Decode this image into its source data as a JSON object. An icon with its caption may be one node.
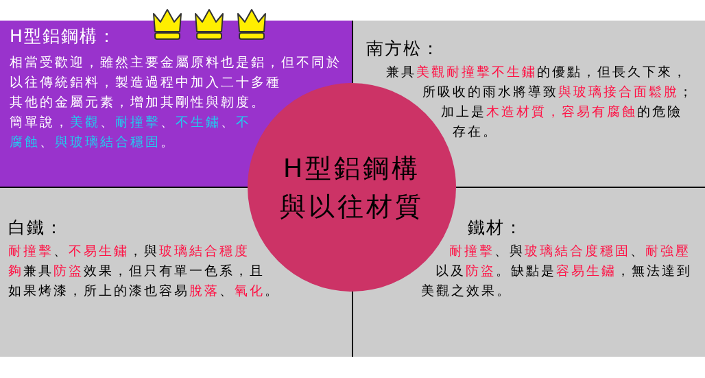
{
  "diagram": {
    "nodes": [
      {
        "text": [
          "H型鋁鋼構：",
          "相當受歡迎，雖然主要金屬原料也是鋁，但不同於以往傳統鋁料，製造過程中加入二十多種其他的金屬元素，增加其剛性與韌度。簡單說，**美觀**、**耐撞擊**、**不生鏽**、**不腐蝕**、**與玻璃結合穩固**。"
        ]
      },
      {
        "text": [
          "南方松：",
          "兼具**美觀耐撞擊不生鏽**的優點，但長久下來，所吸收的雨水將導致**與玻璃接合面鬆脫**；加上是**木造材質，容易有腐蝕**的危險存在。"
        ]
      },
      {
        "text": [
          "H型鋁鋼構與以往材質"
        ]
      },
      {
        "text": [
          "白鐵：",
          "**耐撞擊**、**不易生鏽**，與**玻璃結合穩度夠**兼具**防盜**效果，但只有單一色系，且如果烤漆，所上的漆也容易**脫落**、**氧化**。"
        ]
      },
      {
        "text": [
          "鐵材：",
          "**耐撞擊**、與**玻璃結合度穩固**、**耐強壓**以及**防盜**。缺點是**容易生鏽**，無法達到美觀之效果。"
        ]
      }
    ]
  }
}
